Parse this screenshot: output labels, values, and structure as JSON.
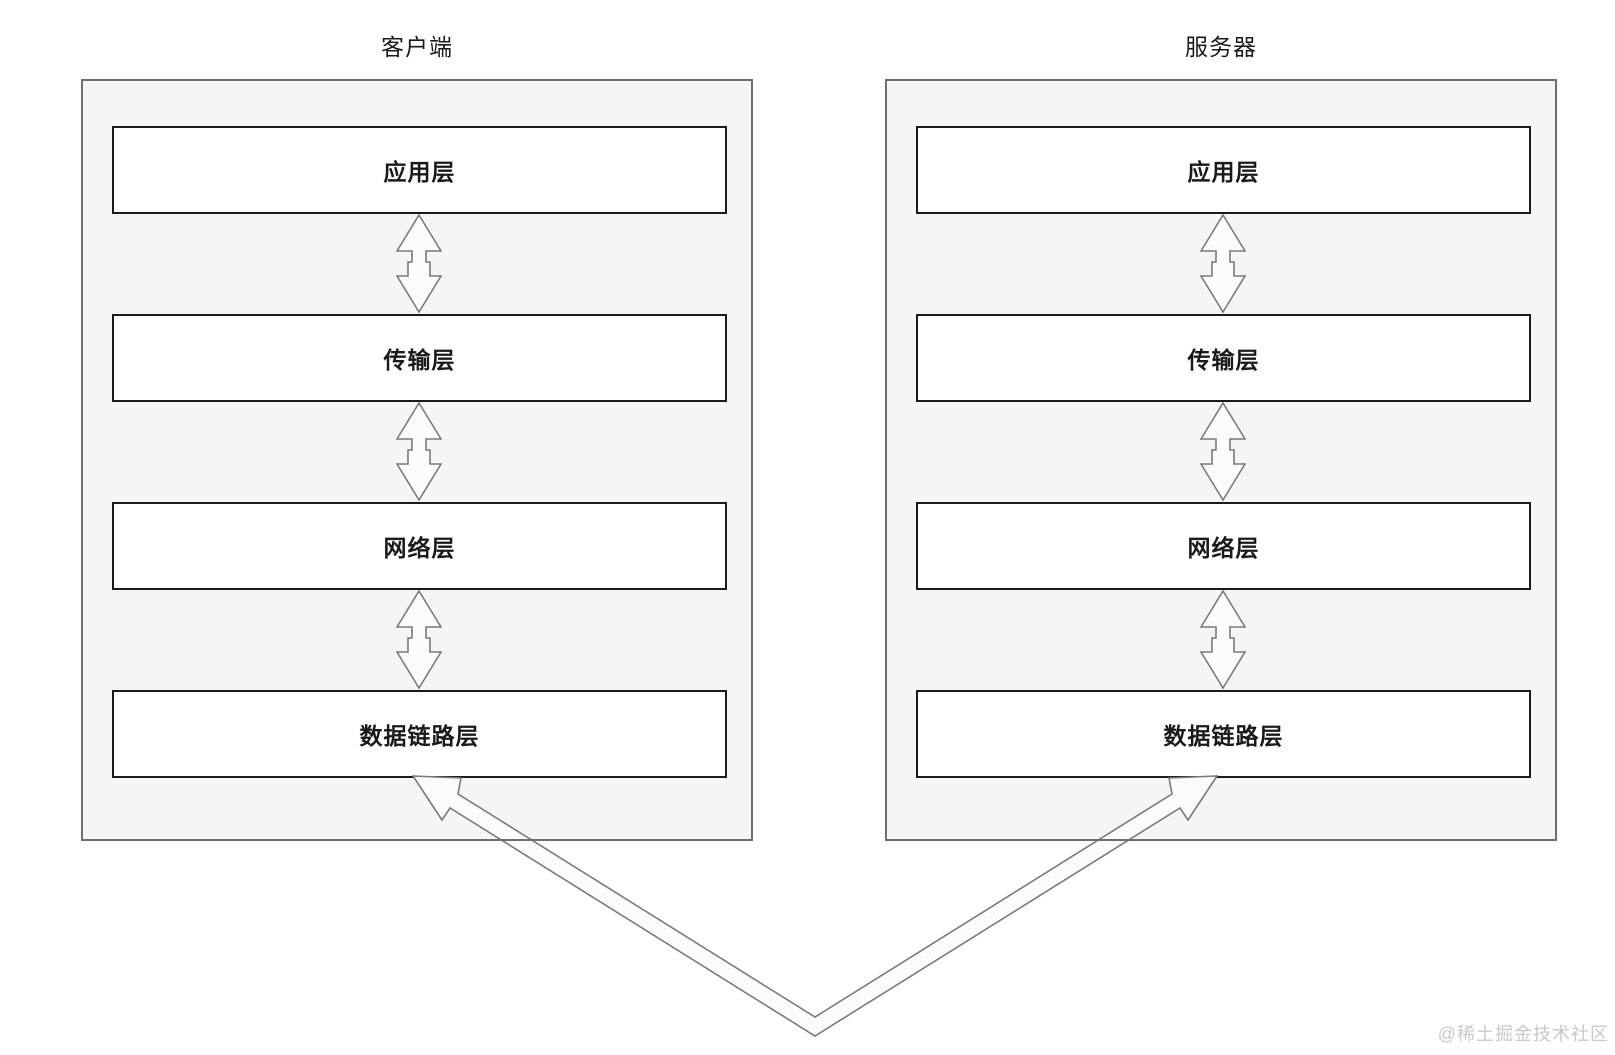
{
  "diagram": {
    "client": {
      "title": "客户端",
      "layers": [
        "应用层",
        "传输层",
        "网络层",
        "数据链路层"
      ]
    },
    "server": {
      "title": "服务器",
      "layers": [
        "应用层",
        "传输层",
        "网络层",
        "数据链路层"
      ]
    },
    "link": {
      "description": "bidirectional-physical-link-between-data-link-layers"
    }
  },
  "watermark": "@稀土掘金技术社区",
  "colors": {
    "container_fill": "#f5f5f5",
    "container_border": "#6e6e6e",
    "box_fill": "#ffffff",
    "box_border": "#1a1a1a",
    "arrow_stroke": "#7a7a7a",
    "arrow_fill": "#fbfbfb",
    "text": "#1a1a1a",
    "watermark": "#c9c9c9"
  }
}
